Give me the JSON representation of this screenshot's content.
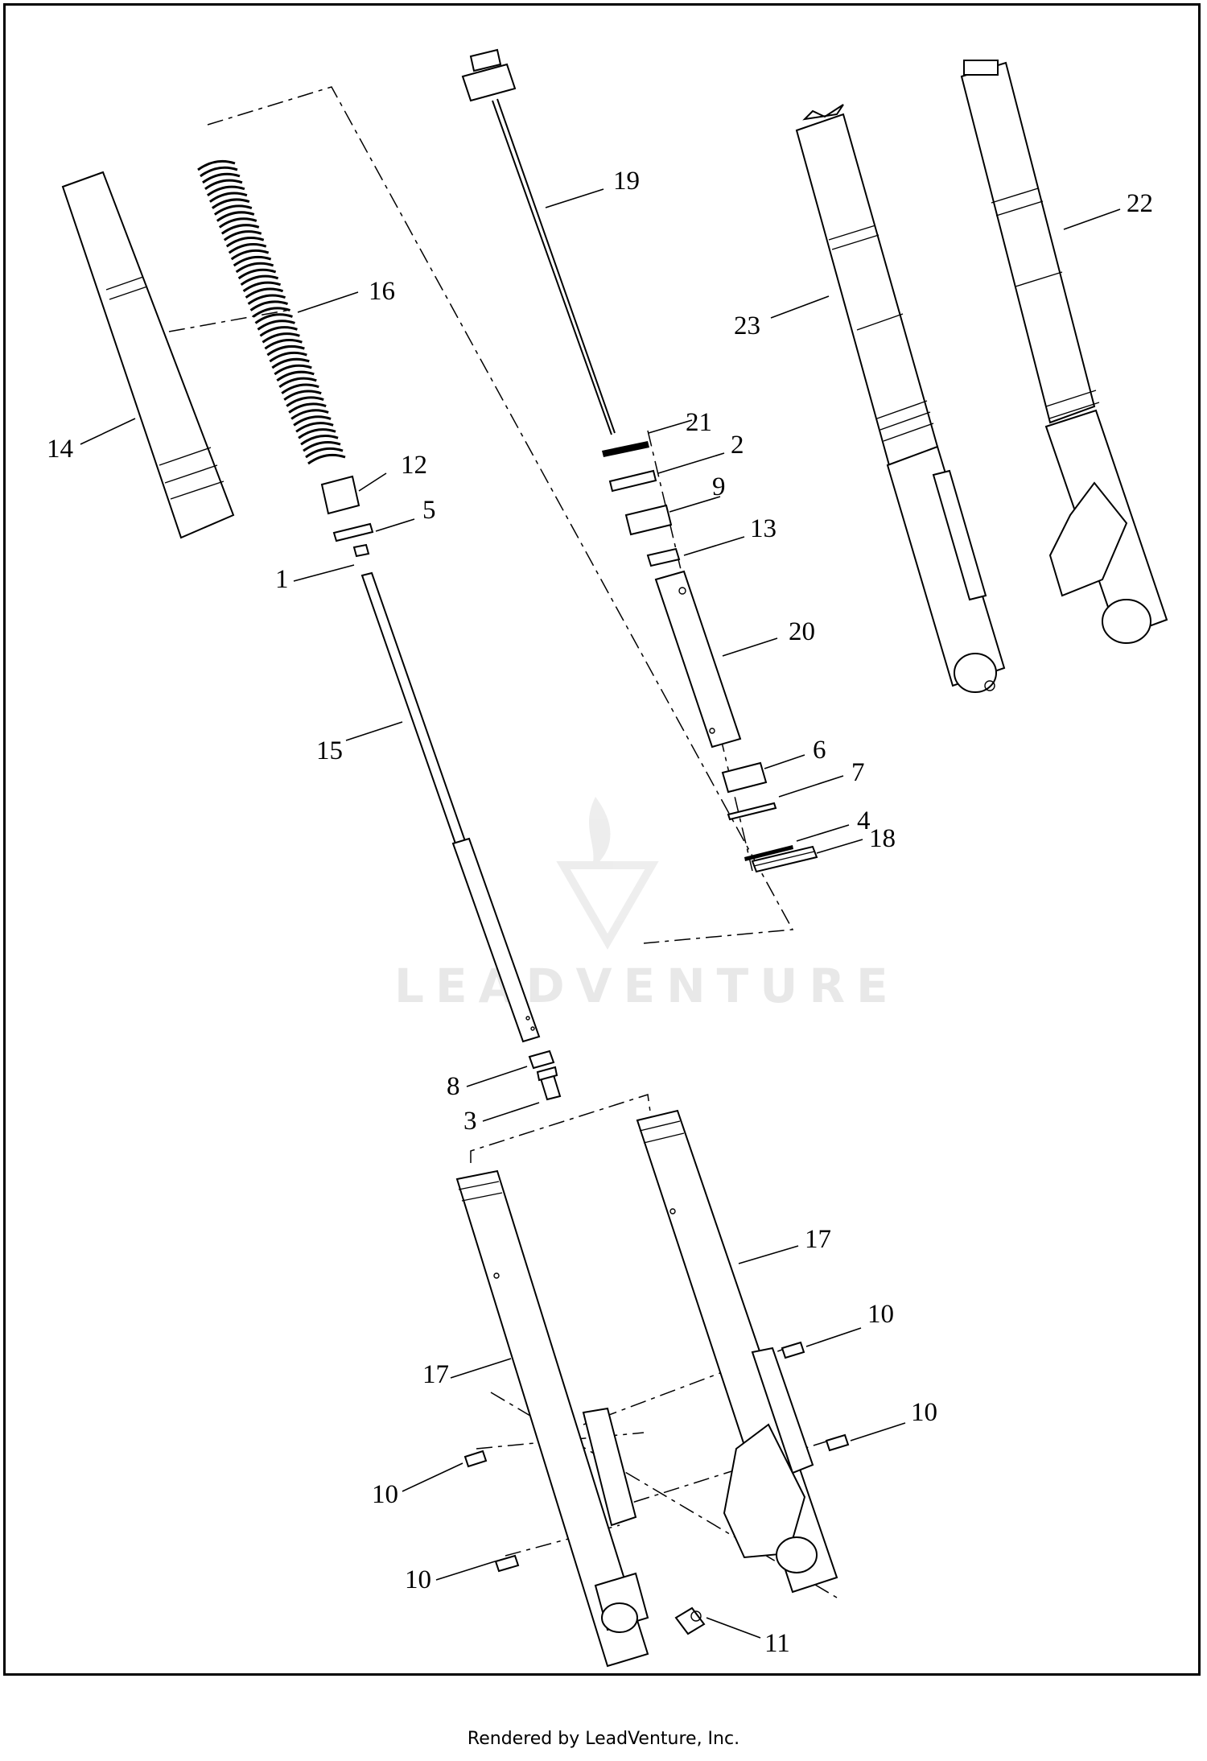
{
  "watermark": {
    "text": "LEADVENTURE"
  },
  "footer": {
    "text": "Rendered by LeadVenture, Inc."
  },
  "callouts": [
    {
      "id": "c14",
      "label": "14"
    },
    {
      "id": "c16",
      "label": "16"
    },
    {
      "id": "c12",
      "label": "12"
    },
    {
      "id": "c5",
      "label": "5"
    },
    {
      "id": "c1",
      "label": "1"
    },
    {
      "id": "c15",
      "label": "15"
    },
    {
      "id": "c19",
      "label": "19"
    },
    {
      "id": "c21",
      "label": "21"
    },
    {
      "id": "c2",
      "label": "2"
    },
    {
      "id": "c9",
      "label": "9"
    },
    {
      "id": "c13",
      "label": "13"
    },
    {
      "id": "c20",
      "label": "20"
    },
    {
      "id": "c6",
      "label": "6"
    },
    {
      "id": "c7",
      "label": "7"
    },
    {
      "id": "c4",
      "label": "4"
    },
    {
      "id": "c18",
      "label": "18"
    },
    {
      "id": "c23",
      "label": "23"
    },
    {
      "id": "c22",
      "label": "22"
    },
    {
      "id": "c8",
      "label": "8"
    },
    {
      "id": "c3",
      "label": "3"
    },
    {
      "id": "c17a",
      "label": "17"
    },
    {
      "id": "c17b",
      "label": "17"
    },
    {
      "id": "c10a",
      "label": "10"
    },
    {
      "id": "c10b",
      "label": "10"
    },
    {
      "id": "c10c",
      "label": "10"
    },
    {
      "id": "c10d",
      "label": "10"
    },
    {
      "id": "c11",
      "label": "11"
    }
  ]
}
